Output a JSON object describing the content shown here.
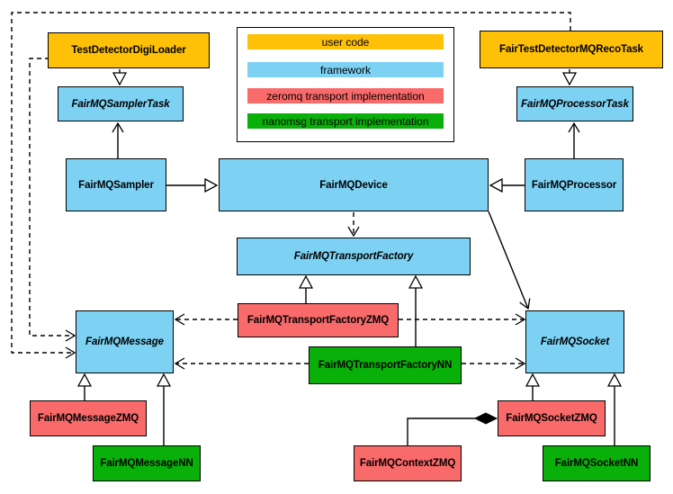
{
  "colors": {
    "user_code": "#FFC107",
    "framework": "#7DD2F4",
    "zeromq": "#F96A6A",
    "nanomsg": "#0AB00A",
    "border": "#000000",
    "line": "#000000",
    "background": "#FFFFFF"
  },
  "legend": {
    "items": [
      {
        "label": "user code",
        "category": "user-code"
      },
      {
        "label": "framework",
        "category": "framework"
      },
      {
        "label": "zeromq transport implementation",
        "category": "zeromq"
      },
      {
        "label": "nanomsg transport implementation",
        "category": "nanomsg"
      }
    ]
  },
  "nodes": {
    "test_detector_digi_loader": {
      "label": "TestDetectorDigiLoader",
      "category": "user-code",
      "abstract": false
    },
    "fair_test_detector_mq_reco_task": {
      "label": "FairTestDetectorMQRecoTask",
      "category": "user-code",
      "abstract": false
    },
    "fair_mq_sampler_task": {
      "label": "FairMQSamplerTask",
      "category": "framework",
      "abstract": true
    },
    "fair_mq_processor_task": {
      "label": "FairMQProcessorTask",
      "category": "framework",
      "abstract": true
    },
    "fair_mq_sampler": {
      "label": "FairMQSampler",
      "category": "framework",
      "abstract": false
    },
    "fair_mq_device": {
      "label": "FairMQDevice",
      "category": "framework",
      "abstract": false
    },
    "fair_mq_processor": {
      "label": "FairMQProcessor",
      "category": "framework",
      "abstract": false
    },
    "fair_mq_transport_factory": {
      "label": "FairMQTransportFactory",
      "category": "framework",
      "abstract": true
    },
    "fair_mq_transport_factory_zmq": {
      "label": "FairMQTransportFactoryZMQ",
      "category": "zeromq",
      "abstract": false
    },
    "fair_mq_transport_factory_nn": {
      "label": "FairMQTransportFactoryNN",
      "category": "nanomsg",
      "abstract": false
    },
    "fair_mq_message": {
      "label": "FairMQMessage",
      "category": "framework",
      "abstract": true
    },
    "fair_mq_socket": {
      "label": "FairMQSocket",
      "category": "framework",
      "abstract": true
    },
    "fair_mq_message_zmq": {
      "label": "FairMQMessageZMQ",
      "category": "zeromq",
      "abstract": false
    },
    "fair_mq_message_nn": {
      "label": "FairMQMessageNN",
      "category": "nanomsg",
      "abstract": false
    },
    "fair_mq_context_zmq": {
      "label": "FairMQContextZMQ",
      "category": "zeromq",
      "abstract": false
    },
    "fair_mq_socket_zmq": {
      "label": "FairMQSocketZMQ",
      "category": "zeromq",
      "abstract": false
    },
    "fair_mq_socket_nn": {
      "label": "FairMQSocketNN",
      "category": "nanomsg",
      "abstract": false
    }
  },
  "edges": [
    {
      "from": "TestDetectorDigiLoader",
      "to": "FairMQSamplerTask",
      "type": "inheritance"
    },
    {
      "from": "FairTestDetectorMQRecoTask",
      "to": "FairMQProcessorTask",
      "type": "inheritance"
    },
    {
      "from": "FairMQSampler",
      "to": "FairMQSamplerTask",
      "type": "association"
    },
    {
      "from": "FairMQProcessor",
      "to": "FairMQProcessorTask",
      "type": "association"
    },
    {
      "from": "FairMQSampler",
      "to": "FairMQDevice",
      "type": "inheritance"
    },
    {
      "from": "FairMQProcessor",
      "to": "FairMQDevice",
      "type": "inheritance"
    },
    {
      "from": "FairMQDevice",
      "to": "FairMQTransportFactory",
      "type": "dependency"
    },
    {
      "from": "FairMQDevice",
      "to": "FairMQSocket",
      "type": "association"
    },
    {
      "from": "FairMQTransportFactoryZMQ",
      "to": "FairMQTransportFactory",
      "type": "inheritance"
    },
    {
      "from": "FairMQTransportFactoryNN",
      "to": "FairMQTransportFactory",
      "type": "inheritance"
    },
    {
      "from": "FairMQTransportFactoryZMQ",
      "to": "FairMQMessage",
      "type": "dependency"
    },
    {
      "from": "FairMQTransportFactoryZMQ",
      "to": "FairMQSocket",
      "type": "dependency"
    },
    {
      "from": "FairMQTransportFactoryNN",
      "to": "FairMQMessage",
      "type": "dependency"
    },
    {
      "from": "FairMQTransportFactoryNN",
      "to": "FairMQSocket",
      "type": "dependency"
    },
    {
      "from": "TestDetectorDigiLoader",
      "to": "FairMQMessage",
      "type": "dependency"
    },
    {
      "from": "FairTestDetectorMQRecoTask",
      "to": "FairMQMessage",
      "type": "dependency"
    },
    {
      "from": "FairMQMessageZMQ",
      "to": "FairMQMessage",
      "type": "inheritance"
    },
    {
      "from": "FairMQMessageNN",
      "to": "FairMQMessage",
      "type": "inheritance"
    },
    {
      "from": "FairMQSocketZMQ",
      "to": "FairMQSocket",
      "type": "inheritance"
    },
    {
      "from": "FairMQSocketNN",
      "to": "FairMQSocket",
      "type": "inheritance"
    },
    {
      "from": "FairMQSocketZMQ",
      "to": "FairMQContextZMQ",
      "type": "composition"
    }
  ]
}
